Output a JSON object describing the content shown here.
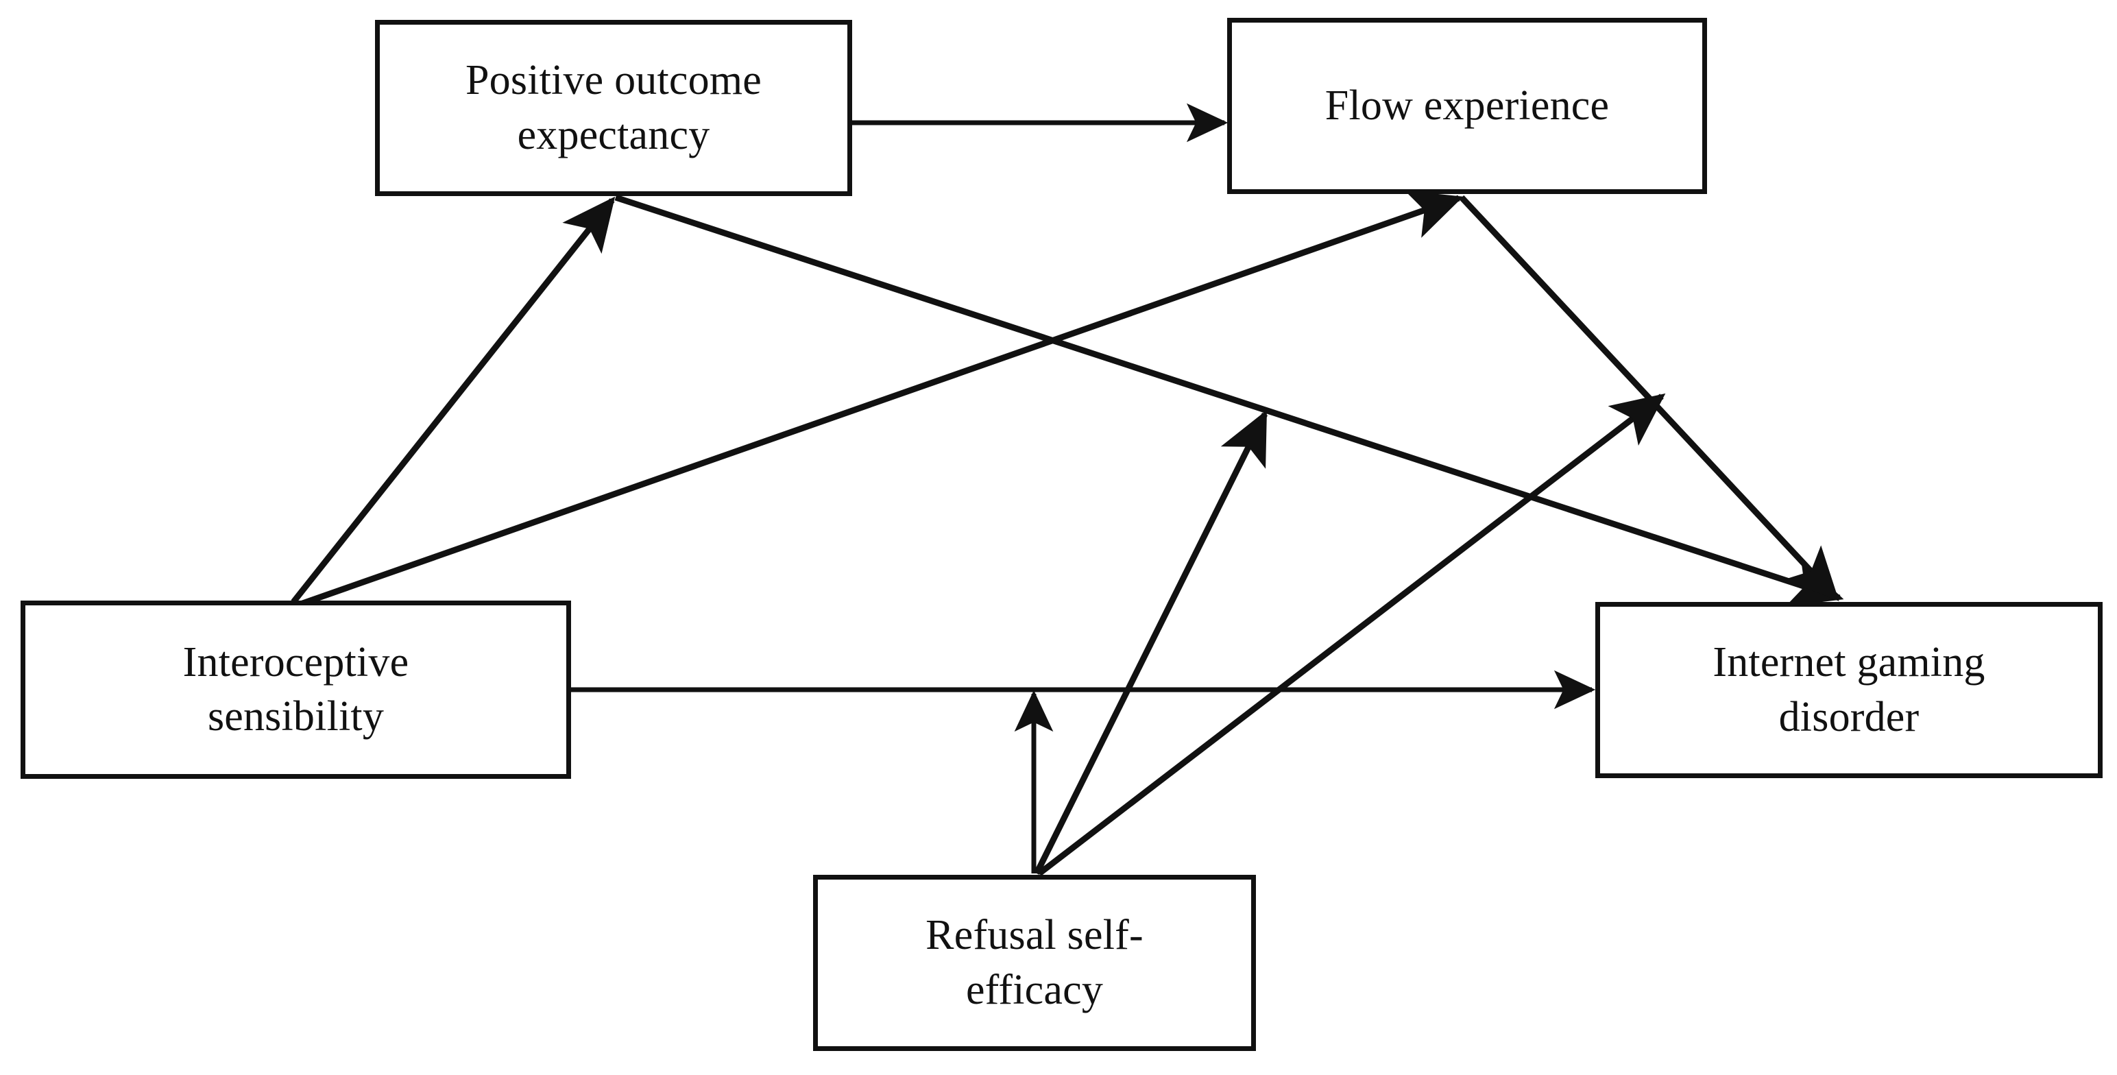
{
  "diagram": {
    "type": "path-model",
    "title": "",
    "background_color": "#ffffff",
    "line_color": "#111111",
    "text_color": "#111111",
    "nodes": [
      {
        "id": "positive-outcome-expectancy",
        "label": "Positive outcome\nexpectancy",
        "position": "top-left"
      },
      {
        "id": "flow-experience",
        "label": "Flow experience",
        "position": "top-right"
      },
      {
        "id": "interoceptive-sensibility",
        "label": "Interoceptive\nsensibility",
        "position": "middle-left"
      },
      {
        "id": "internet-gaming-disorder",
        "label": "Internet gaming\ndisorder",
        "position": "middle-right"
      },
      {
        "id": "refusal-self-efficacy",
        "label": "Refusal self-\nefficacy",
        "position": "bottom-center"
      }
    ],
    "edges": [
      {
        "id": "poe-to-flow",
        "from": "positive-outcome-expectancy",
        "to": "flow-experience",
        "style": "solid",
        "arrow": "end",
        "label": ""
      },
      {
        "id": "is-to-poe",
        "from": "interoceptive-sensibility",
        "to": "positive-outcome-expectancy",
        "style": "solid",
        "arrow": "end",
        "label": ""
      },
      {
        "id": "is-to-flow",
        "from": "interoceptive-sensibility",
        "to": "flow-experience",
        "style": "solid",
        "arrow": "end",
        "label": ""
      },
      {
        "id": "is-to-igd",
        "from": "interoceptive-sensibility",
        "to": "internet-gaming-disorder",
        "style": "solid",
        "arrow": "end",
        "label": ""
      },
      {
        "id": "poe-to-igd",
        "from": "positive-outcome-expectancy",
        "to": "internet-gaming-disorder",
        "style": "solid",
        "arrow": "end",
        "label": ""
      },
      {
        "id": "flow-to-igd",
        "from": "flow-experience",
        "to": "internet-gaming-disorder",
        "style": "solid",
        "arrow": "end",
        "label": ""
      },
      {
        "id": "rse-to-is",
        "from": "refusal-self-efficacy",
        "to": "interoceptive-sensibility",
        "style": "solid",
        "arrow": "end",
        "label": ""
      },
      {
        "id": "rse-moderates-is-igd",
        "from": "refusal-self-efficacy",
        "to": "is-to-igd",
        "style": "solid",
        "arrow": "end",
        "label": ""
      },
      {
        "id": "rse-moderates-is-flow",
        "from": "refusal-self-efficacy",
        "to": "is-to-flow",
        "style": "solid",
        "arrow": "end",
        "label": ""
      }
    ]
  }
}
